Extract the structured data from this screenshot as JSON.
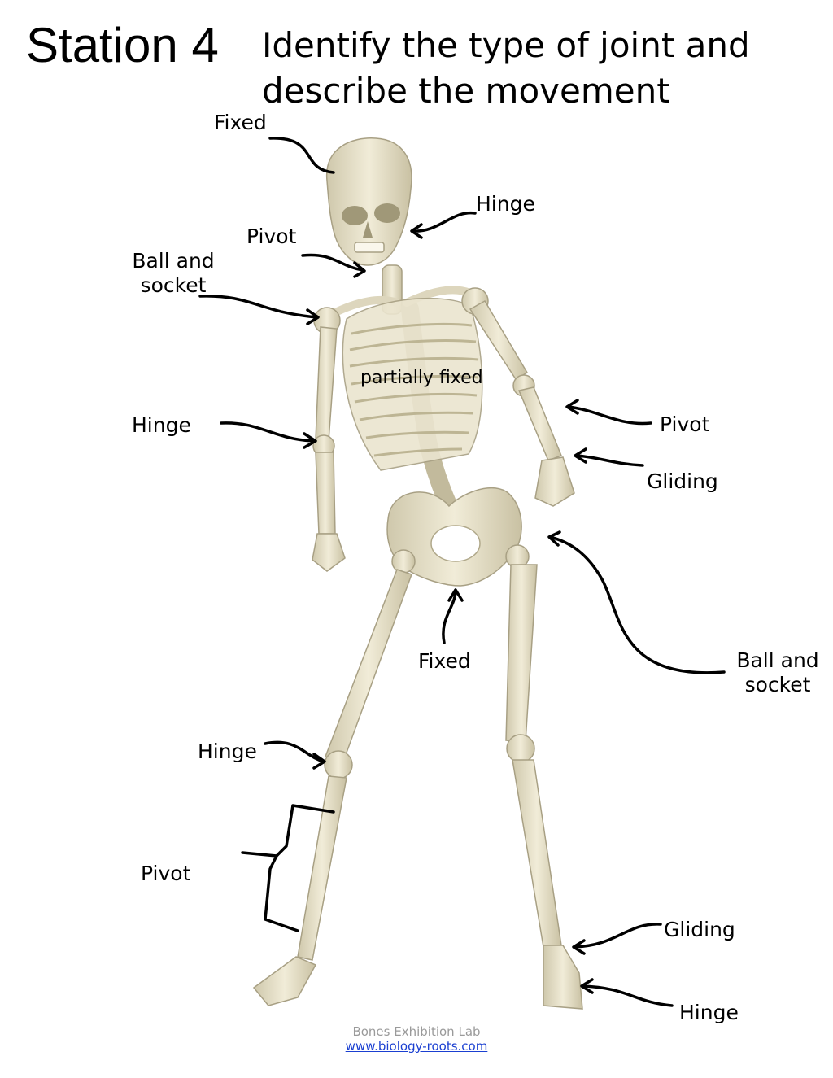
{
  "header": {
    "station": "Station 4",
    "prompt_line1": "Identify the type of joint and",
    "prompt_line2": "describe the movement"
  },
  "labels": {
    "skull": "Fixed",
    "jaw": "Hinge",
    "neck": "Pivot",
    "shoulder_line1": "Ball and",
    "shoulder_line2": "socket",
    "ribs": "partially fixed",
    "elbow": "Hinge",
    "forearm": "Pivot",
    "wrist": "Gliding",
    "hip_line1": "Ball and",
    "hip_line2": "socket",
    "pelvis": "Fixed",
    "knee": "Hinge",
    "lower_leg": "Pivot",
    "ankle": "Gliding",
    "toes": "Hinge"
  },
  "footer": {
    "credit": "Bones  Exhibition Lab",
    "link": "www.biology-roots.com"
  }
}
